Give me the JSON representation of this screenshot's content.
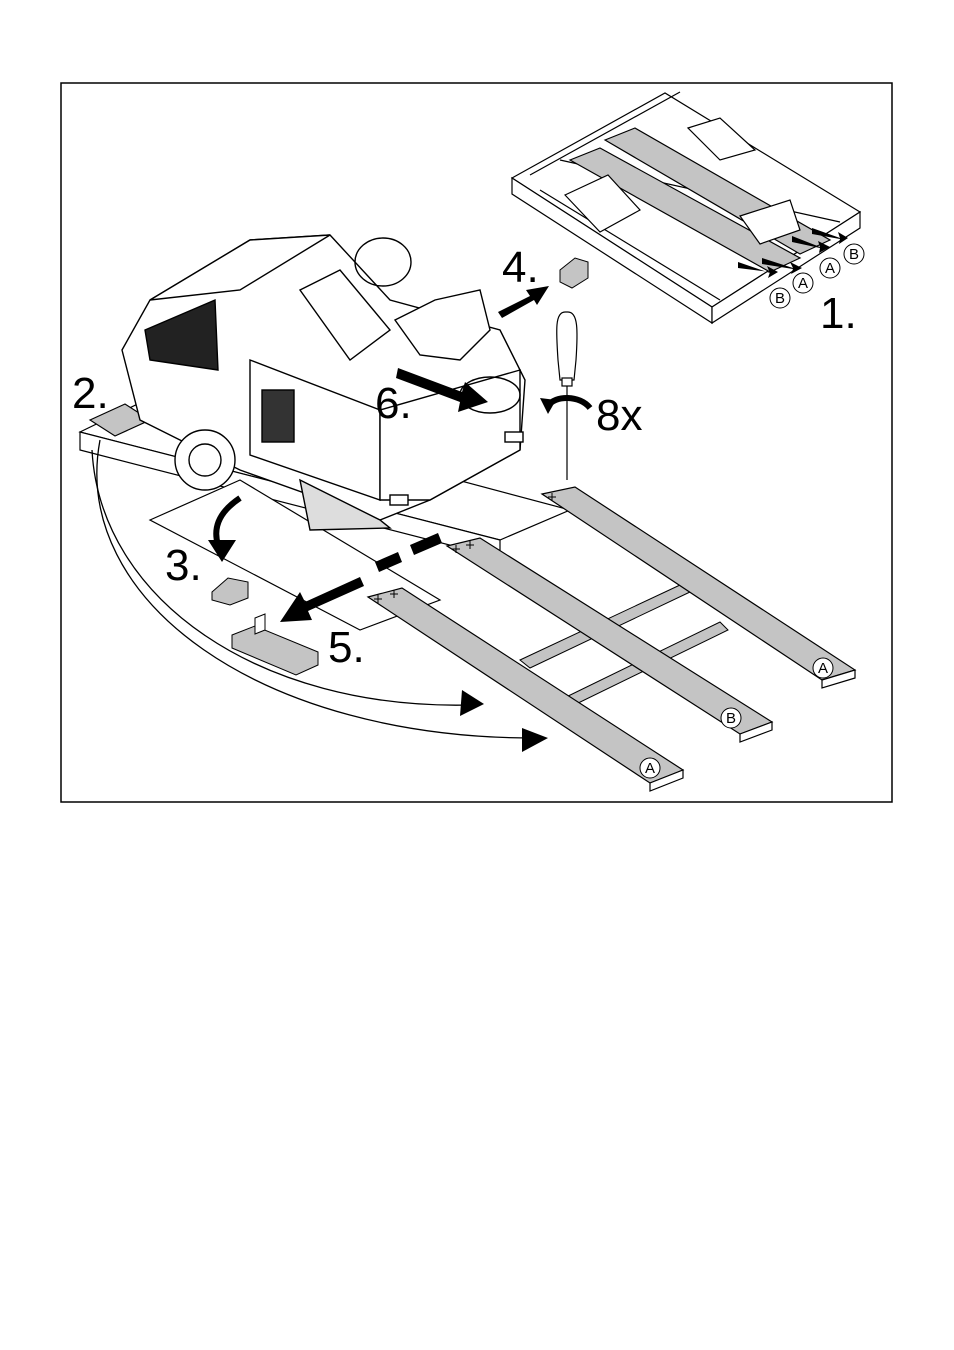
{
  "figure": {
    "steps": {
      "s1": "1.",
      "s2": "2.",
      "s3": "3.",
      "s4": "4.",
      "s5": "5.",
      "s6": "6."
    },
    "screw_count": "8x",
    "board_labels": {
      "a": "A",
      "b": "B"
    },
    "colors": {
      "board": "#c4c4c4",
      "outline": "#000000",
      "background": "#ffffff"
    }
  }
}
